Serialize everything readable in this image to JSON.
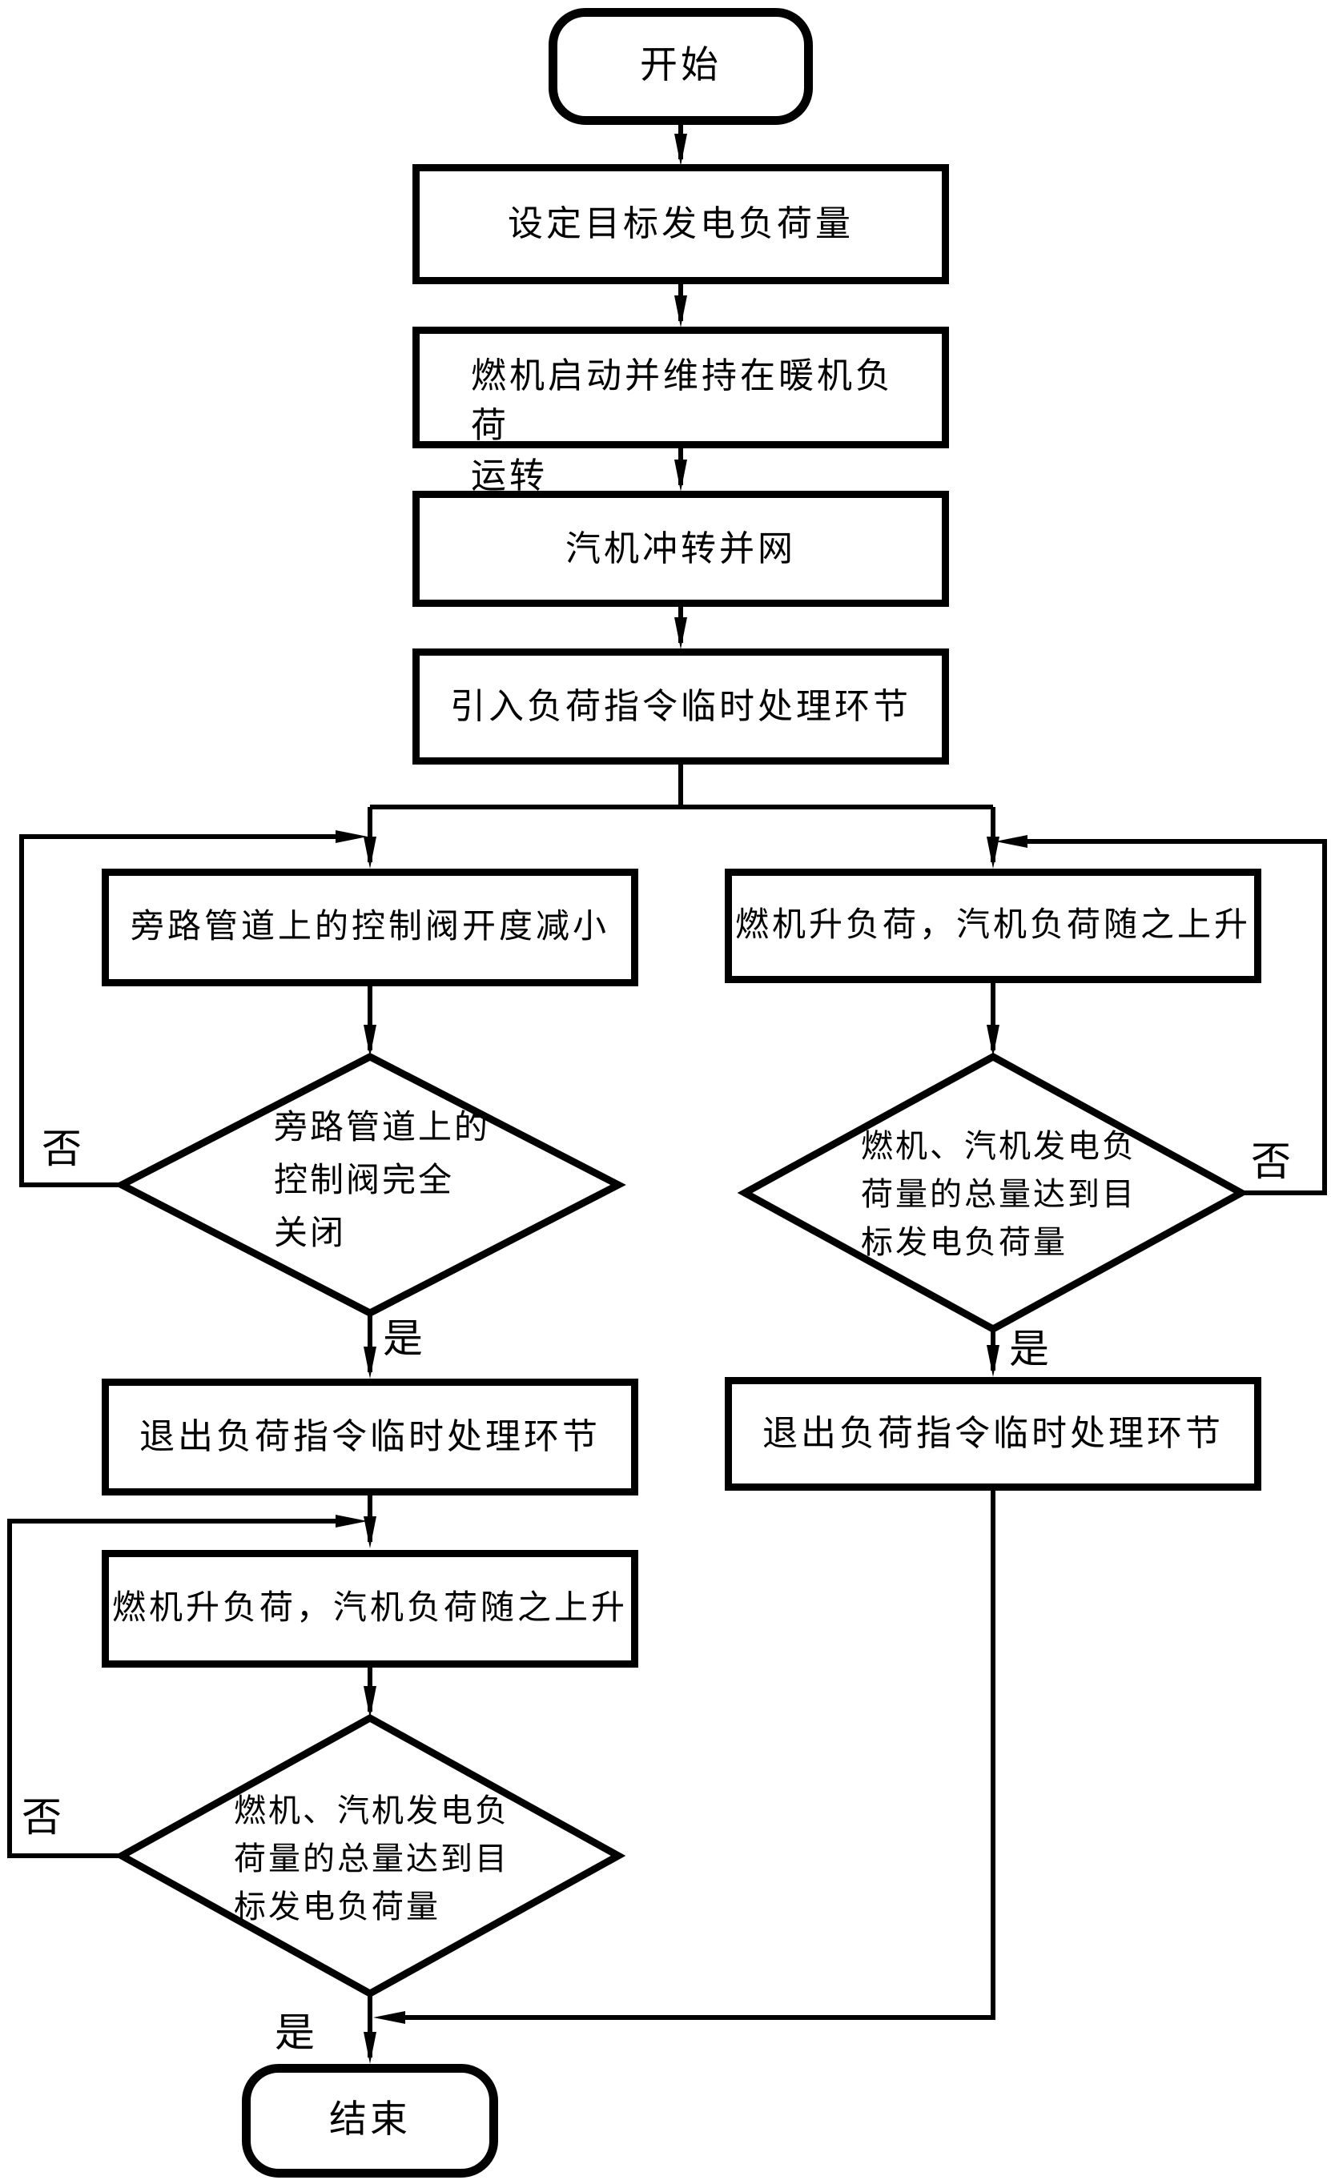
{
  "figure": {
    "background_color": "#ffffff",
    "line_color": "#000000",
    "edge_labels": {
      "yes": "是",
      "no": "否"
    },
    "nodes": {
      "start": {
        "label": "开始"
      },
      "set_target": {
        "label": "设定目标发电负荷量"
      },
      "gt_warmup": {
        "lines": [
          "燃机启动并维持在暖机负荷",
          "运转"
        ]
      },
      "st_roll_grid": {
        "label": "汽机冲转并网"
      },
      "enter_temp_handling": {
        "label": "引入负荷指令临时处理环节"
      },
      "bypass_valve_reduce": {
        "label": "旁路管道上的控制阀开度减小"
      },
      "bypass_valve_closed": {
        "lines": [
          "旁路管道上的",
          "控制阀完全",
          "关闭"
        ]
      },
      "exit_temp_handling_left": {
        "label": "退出负荷指令临时处理环节"
      },
      "gt_raise_load_left": {
        "label": "燃机升负荷，汽机负荷随之上升"
      },
      "load_reach_target_left": {
        "lines": [
          "燃机、汽机发电负",
          "荷量的总量达到目",
          "标发电负荷量"
        ]
      },
      "gt_raise_load_right": {
        "label": "燃机升负荷，汽机负荷随之上升"
      },
      "load_reach_target_right": {
        "lines": [
          "燃机、汽机发电负",
          "荷量的总量达到目",
          "标发电负荷量"
        ]
      },
      "exit_temp_handling_right": {
        "label": "退出负荷指令临时处理环节"
      },
      "end": {
        "label": "结束"
      }
    }
  }
}
